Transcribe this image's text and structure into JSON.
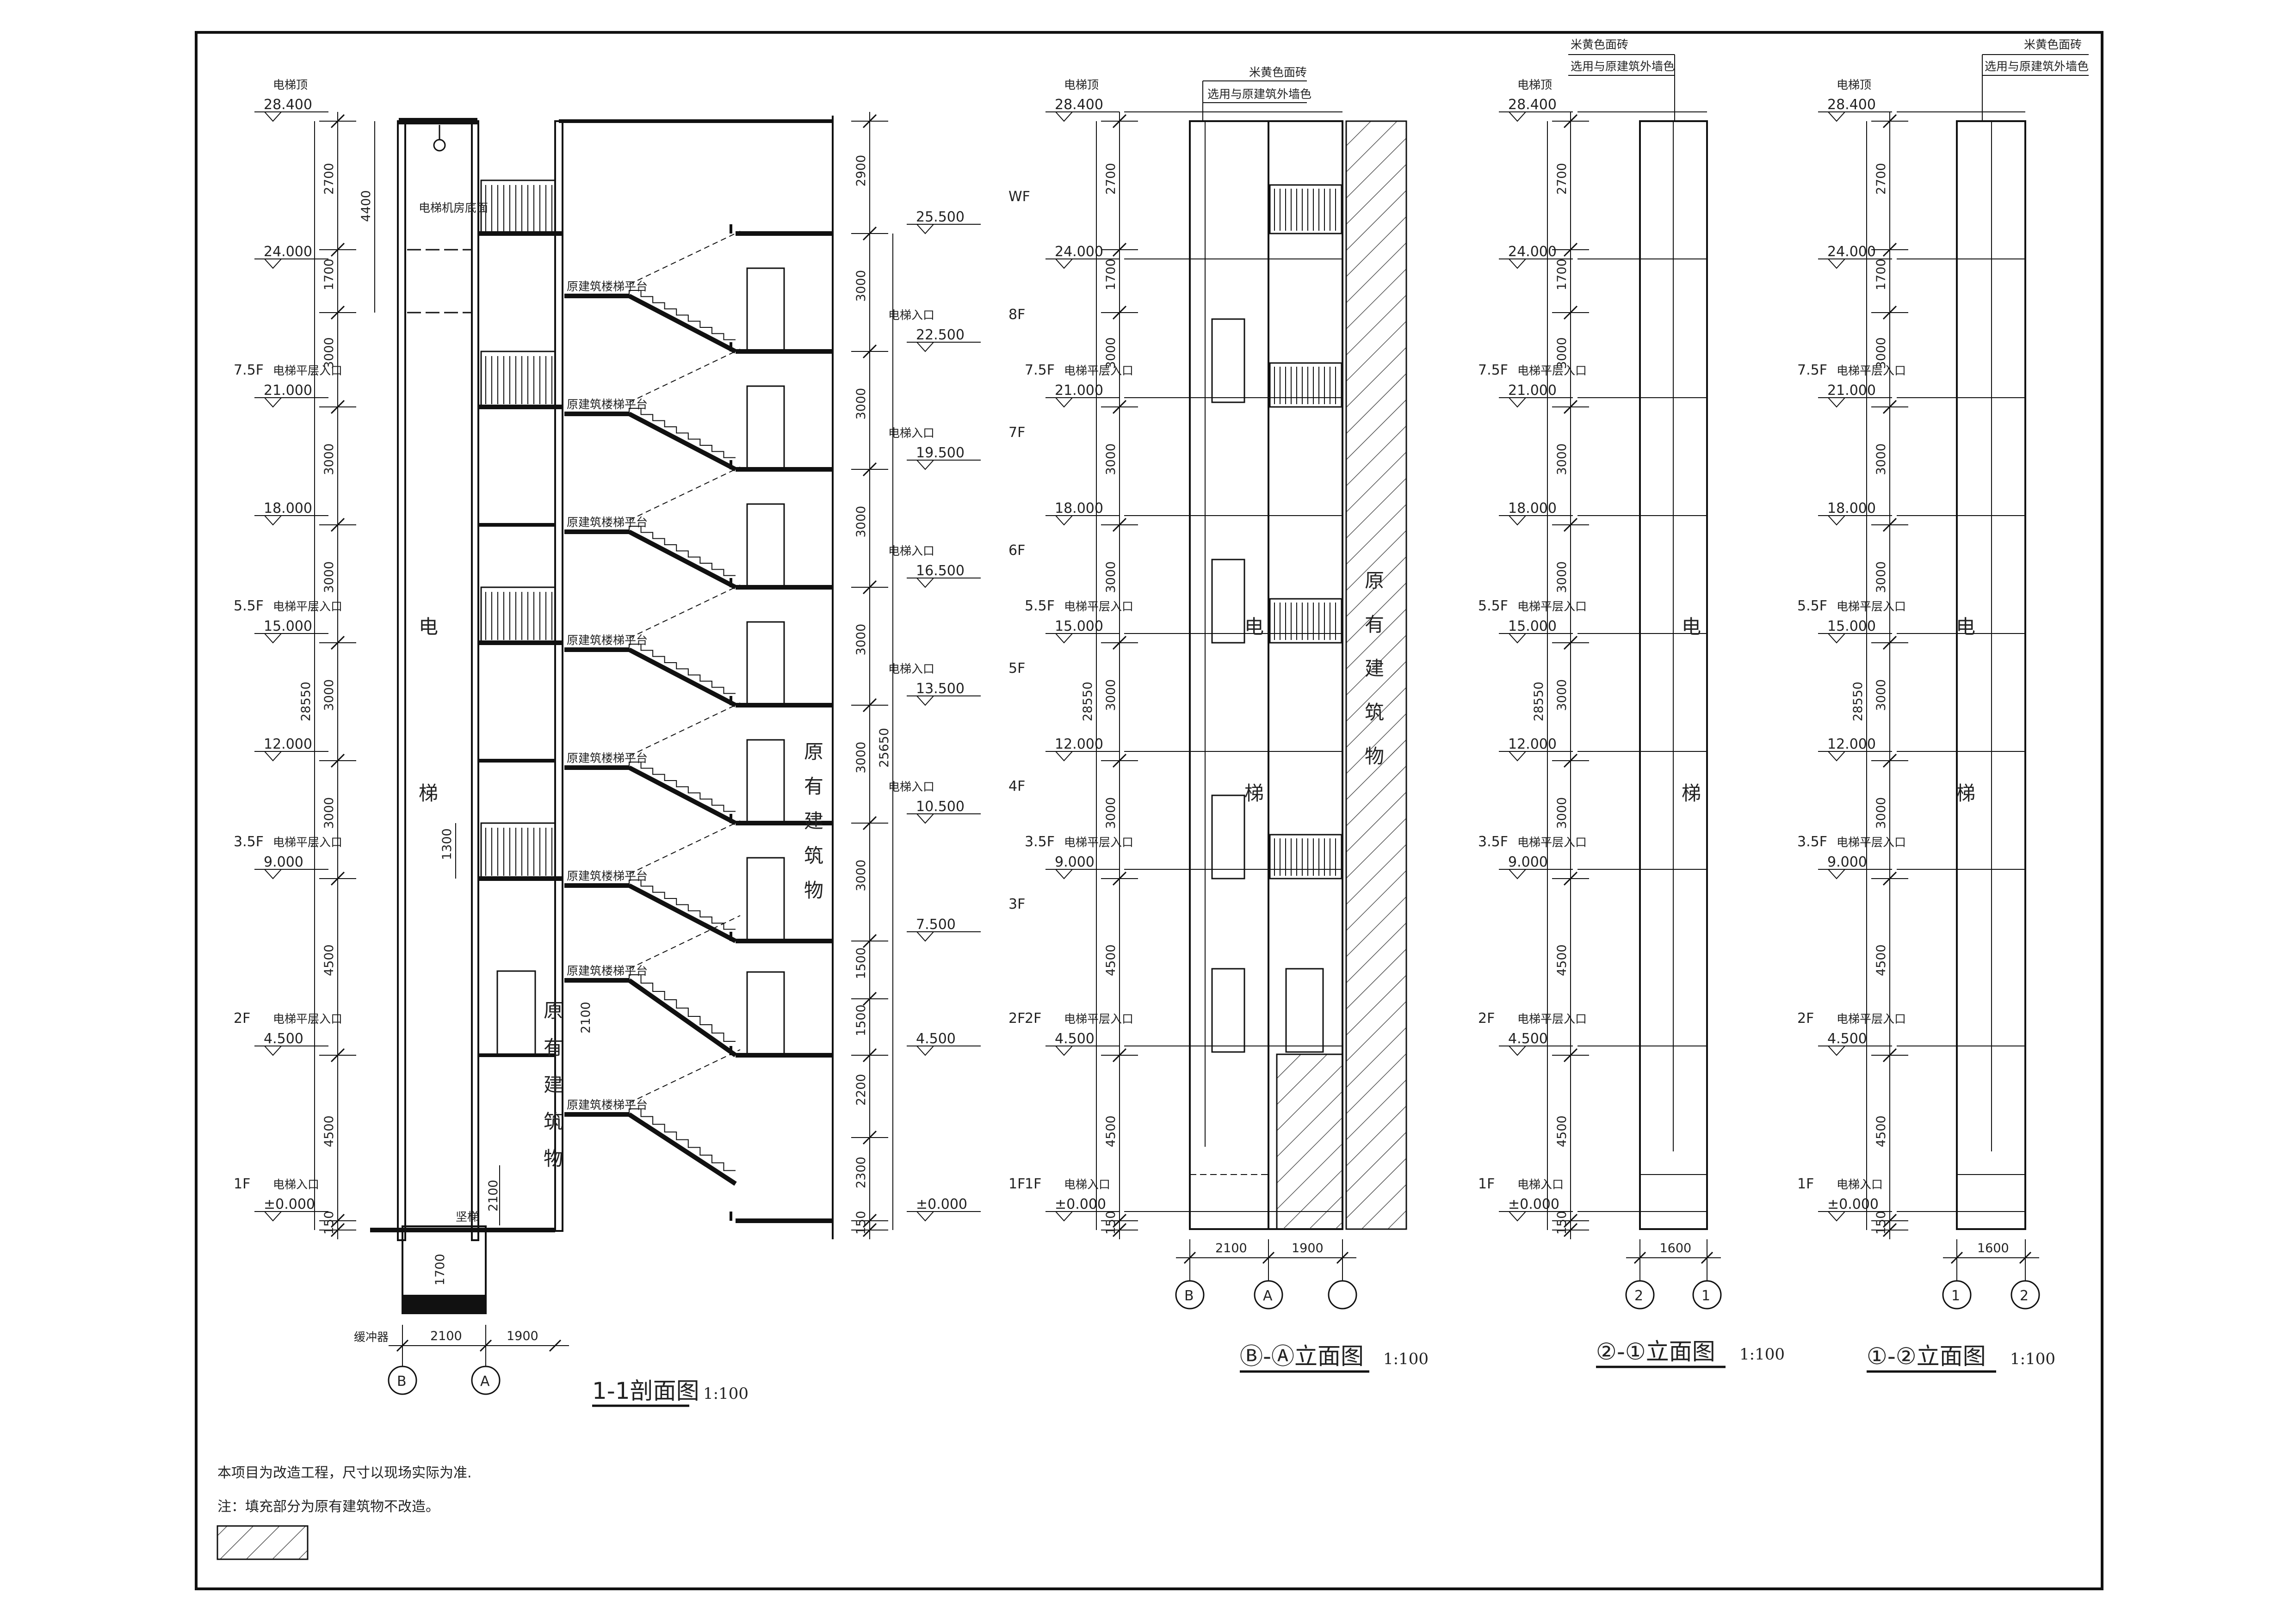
{
  "sheet": {
    "note1": "本项目为改造工程，尺寸以现场实际为准.",
    "note2": "注：填充部分为原有建筑物不改造。"
  },
  "section": {
    "title": "1-1剖面图",
    "scale": "1:100",
    "existing_building_label": "原有建筑物",
    "elevator_label": "电梯",
    "machine_room_label": "电梯机房底面",
    "platform_label": "原建筑楼梯平台",
    "buffer_label": "缓冲器",
    "pit_label": "坚梯",
    "left_levels": [
      {
        "floor": "",
        "label": "电梯顶",
        "value": "28.400"
      },
      {
        "floor": "",
        "label": "",
        "value": "24.000"
      },
      {
        "floor": "7.5F",
        "label": "电梯平层入口",
        "value": "21.000"
      },
      {
        "floor": "",
        "label": "",
        "value": "18.000"
      },
      {
        "floor": "5.5F",
        "label": "电梯平层入口",
        "value": "15.000"
      },
      {
        "floor": "",
        "label": "",
        "value": "12.000"
      },
      {
        "floor": "3.5F",
        "label": "电梯平层入口",
        "value": "9.000"
      },
      {
        "floor": "2F",
        "label": "电梯平层入口",
        "value": "4.500"
      },
      {
        "floor": "1F",
        "label": "电梯入口",
        "value": "±0.000"
      }
    ],
    "left_dims": [
      "2700",
      "1700",
      "3000",
      "3000",
      "3000",
      "3000",
      "3000",
      "4500",
      "4500",
      "150"
    ],
    "left_total": "28550",
    "left_extra": "4400",
    "door_dim": "1300",
    "lower_door_dim": "2100",
    "pit_dim": "1700",
    "right_levels": [
      {
        "floor": "WF",
        "value": "25.500"
      },
      {
        "floor": "8F",
        "label": "电梯入口",
        "value": "22.500"
      },
      {
        "floor": "7F",
        "label": "电梯入口",
        "value": "19.500"
      },
      {
        "floor": "6F",
        "label": "电梯入口",
        "value": "16.500"
      },
      {
        "floor": "5F",
        "label": "电梯入口",
        "value": "13.500"
      },
      {
        "floor": "4F",
        "label": "电梯入口",
        "value": "10.500"
      },
      {
        "floor": "3F",
        "value": "7.500"
      },
      {
        "floor": "2F",
        "value": "4.500"
      },
      {
        "floor": "1F",
        "value": "±0.000"
      }
    ],
    "right_dims": [
      "2900",
      "3000",
      "3000",
      "3000",
      "3000",
      "3000",
      "3000",
      "1500",
      "1500",
      "2200",
      "2300",
      "150"
    ],
    "right_total": "25650",
    "bottom_dims": [
      "2100",
      "1900"
    ],
    "axes": [
      "B",
      "A"
    ],
    "mid_door_dim": "2100"
  },
  "elev_ba": {
    "title": "Ⓑ-Ⓐ立面图",
    "scale": "1:100",
    "finish_line1": "米黄色面砖",
    "finish_line2": "选用与原建筑外墙色",
    "existing_label": "原有建筑物",
    "elevator_label": "电梯",
    "bottom_dims": [
      "2100",
      "1900"
    ],
    "axes": [
      "B",
      "A"
    ]
  },
  "elev_21": {
    "title": "②-①立面图",
    "scale": "1:100",
    "finish_line1": "米黄色面砖",
    "finish_line2": "选用与原建筑外墙色",
    "elevator_label": "电梯",
    "bottom_dims": [
      "1600"
    ],
    "axes": [
      "2",
      "1"
    ]
  },
  "elev_12": {
    "title": "①-②立面图",
    "scale": "1:100",
    "finish_line1": "米黄色面砖",
    "finish_line2": "选用与原建筑外墙色",
    "elevator_label": "电梯",
    "bottom_dims": [
      "1600"
    ],
    "axes": [
      "1",
      "2"
    ]
  }
}
